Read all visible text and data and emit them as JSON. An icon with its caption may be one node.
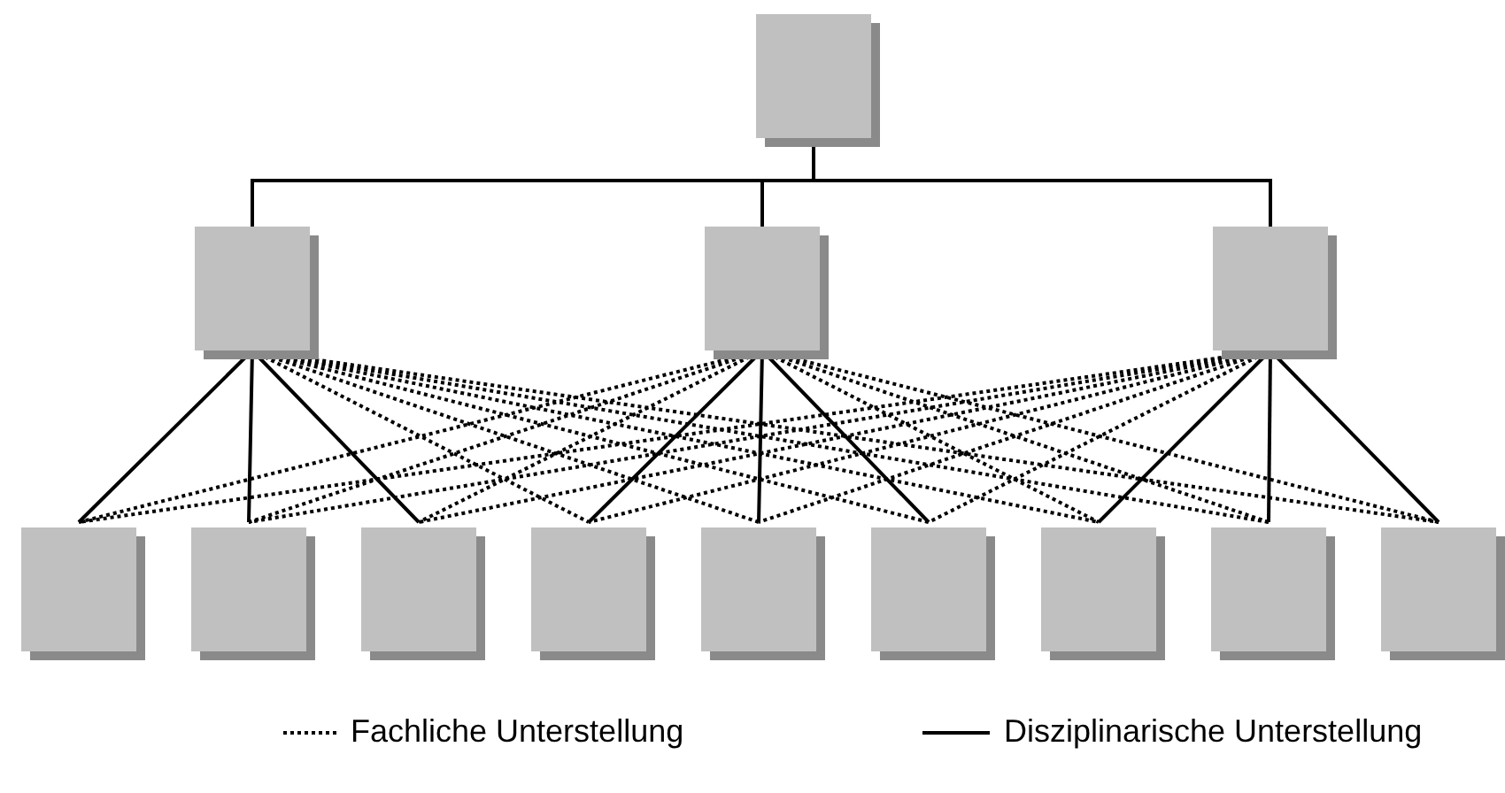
{
  "diagram": {
    "nodes": [
      {
        "text": [],
        "shape": "box"
      },
      {
        "text": [],
        "shape": "box"
      },
      {
        "text": [],
        "shape": "box"
      },
      {
        "text": [],
        "shape": "box"
      },
      {
        "text": [],
        "shape": "box"
      },
      {
        "text": [],
        "shape": "box"
      },
      {
        "text": [],
        "shape": "box"
      },
      {
        "text": [],
        "shape": "box"
      },
      {
        "text": [],
        "shape": "box"
      },
      {
        "text": [],
        "shape": "box"
      },
      {
        "text": [],
        "shape": "box"
      },
      {
        "text": [],
        "shape": "box"
      },
      {
        "text": [],
        "shape": "box"
      }
    ],
    "edges": [
      {
        "from": 0,
        "to": 1,
        "arrow": "none"
      },
      {
        "from": 0,
        "to": 2,
        "arrow": "none"
      },
      {
        "from": 0,
        "to": 3,
        "arrow": "none"
      },
      {
        "from": 1,
        "to": 4,
        "arrow": "none"
      },
      {
        "from": 1,
        "to": 5,
        "arrow": "none"
      },
      {
        "from": 1,
        "to": 6,
        "arrow": "none"
      },
      {
        "from": 1,
        "to": 7,
        "arrow": "none",
        "style": "dashed"
      },
      {
        "from": 1,
        "to": 8,
        "arrow": "none",
        "style": "dashed"
      },
      {
        "from": 1,
        "to": 9,
        "arrow": "none",
        "style": "dashed"
      },
      {
        "from": 1,
        "to": 10,
        "arrow": "none",
        "style": "dashed"
      },
      {
        "from": 1,
        "to": 11,
        "arrow": "none",
        "style": "dashed"
      },
      {
        "from": 1,
        "to": 12,
        "arrow": "none",
        "style": "dashed"
      },
      {
        "from": 2,
        "to": 4,
        "arrow": "none",
        "style": "dashed"
      },
      {
        "from": 2,
        "to": 5,
        "arrow": "none",
        "style": "dashed"
      },
      {
        "from": 2,
        "to": 6,
        "arrow": "none",
        "style": "dashed"
      },
      {
        "from": 2,
        "to": 7,
        "arrow": "none"
      },
      {
        "from": 2,
        "to": 8,
        "arrow": "none"
      },
      {
        "from": 2,
        "to": 9,
        "arrow": "none"
      },
      {
        "from": 2,
        "to": 10,
        "arrow": "none",
        "style": "dashed"
      },
      {
        "from": 2,
        "to": 11,
        "arrow": "none",
        "style": "dashed"
      },
      {
        "from": 2,
        "to": 12,
        "arrow": "none",
        "style": "dashed"
      },
      {
        "from": 3,
        "to": 4,
        "arrow": "none",
        "style": "dashed"
      },
      {
        "from": 3,
        "to": 5,
        "arrow": "none",
        "style": "dashed"
      },
      {
        "from": 3,
        "to": 6,
        "arrow": "none",
        "style": "dashed"
      },
      {
        "from": 3,
        "to": 7,
        "arrow": "none",
        "style": "dashed"
      },
      {
        "from": 3,
        "to": 8,
        "arrow": "none",
        "style": "dashed"
      },
      {
        "from": 3,
        "to": 9,
        "arrow": "none",
        "style": "dashed"
      },
      {
        "from": 3,
        "to": 10,
        "arrow": "none"
      },
      {
        "from": 3,
        "to": 11,
        "arrow": "none"
      },
      {
        "from": 3,
        "to": 12,
        "arrow": "none"
      }
    ],
    "legend": [
      {
        "text": "Fachliche Unterstellung"
      },
      {
        "text": "Disziplinarische Unterstellung"
      }
    ]
  }
}
